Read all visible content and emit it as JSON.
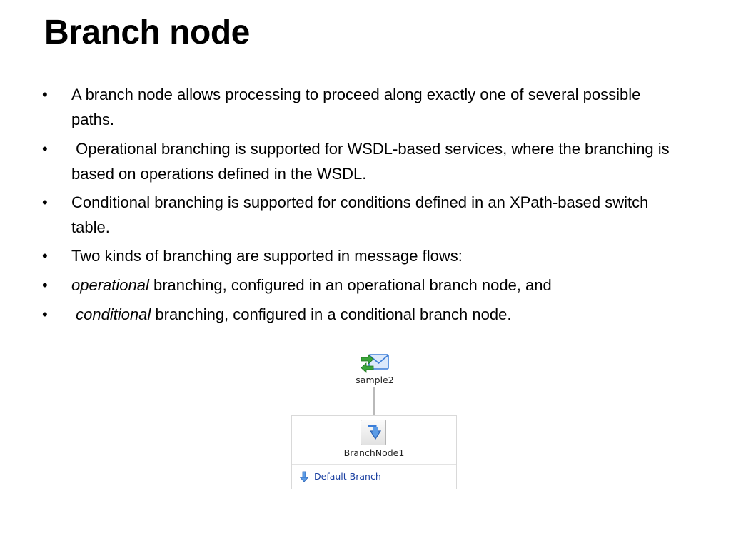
{
  "slide": {
    "title": "Branch node",
    "bullets": [
      {
        "bullet": "•",
        "text": "A branch node allows processing to proceed along exactly one of several possible paths."
      },
      {
        "bullet": "•",
        "text": " Operational branching is supported for WSDL-based services, where the branching is based on operations defined in the WSDL."
      },
      {
        "bullet": "•",
        "text": "Conditional branching is supported for conditions defined in an XPath-based switch table."
      },
      {
        "bullet": "•",
        "text": "Two kinds of branching are supported in message flows:"
      },
      {
        "bullet": "•",
        "emphasis": "operational",
        "text": " branching, configured in an operational branch node, and"
      },
      {
        "bullet": "•",
        "emphasis": " conditional",
        "text": " branching, configured in a conditional branch node."
      }
    ]
  },
  "diagram": {
    "start_node": {
      "label": "sample2",
      "icon": "envelope-arrows-icon"
    },
    "branch_node": {
      "label": "BranchNode1",
      "icon": "branch-arrow-icon"
    },
    "default_branch": {
      "label": "Default Branch",
      "icon": "down-arrow-icon"
    },
    "colors": {
      "link_text": "#1a3fa0",
      "connector": "#b9b9b9",
      "box_border": "#d9d9d9",
      "icon_blue": "#3b7dd8",
      "icon_green": "#2e9e2e"
    }
  }
}
